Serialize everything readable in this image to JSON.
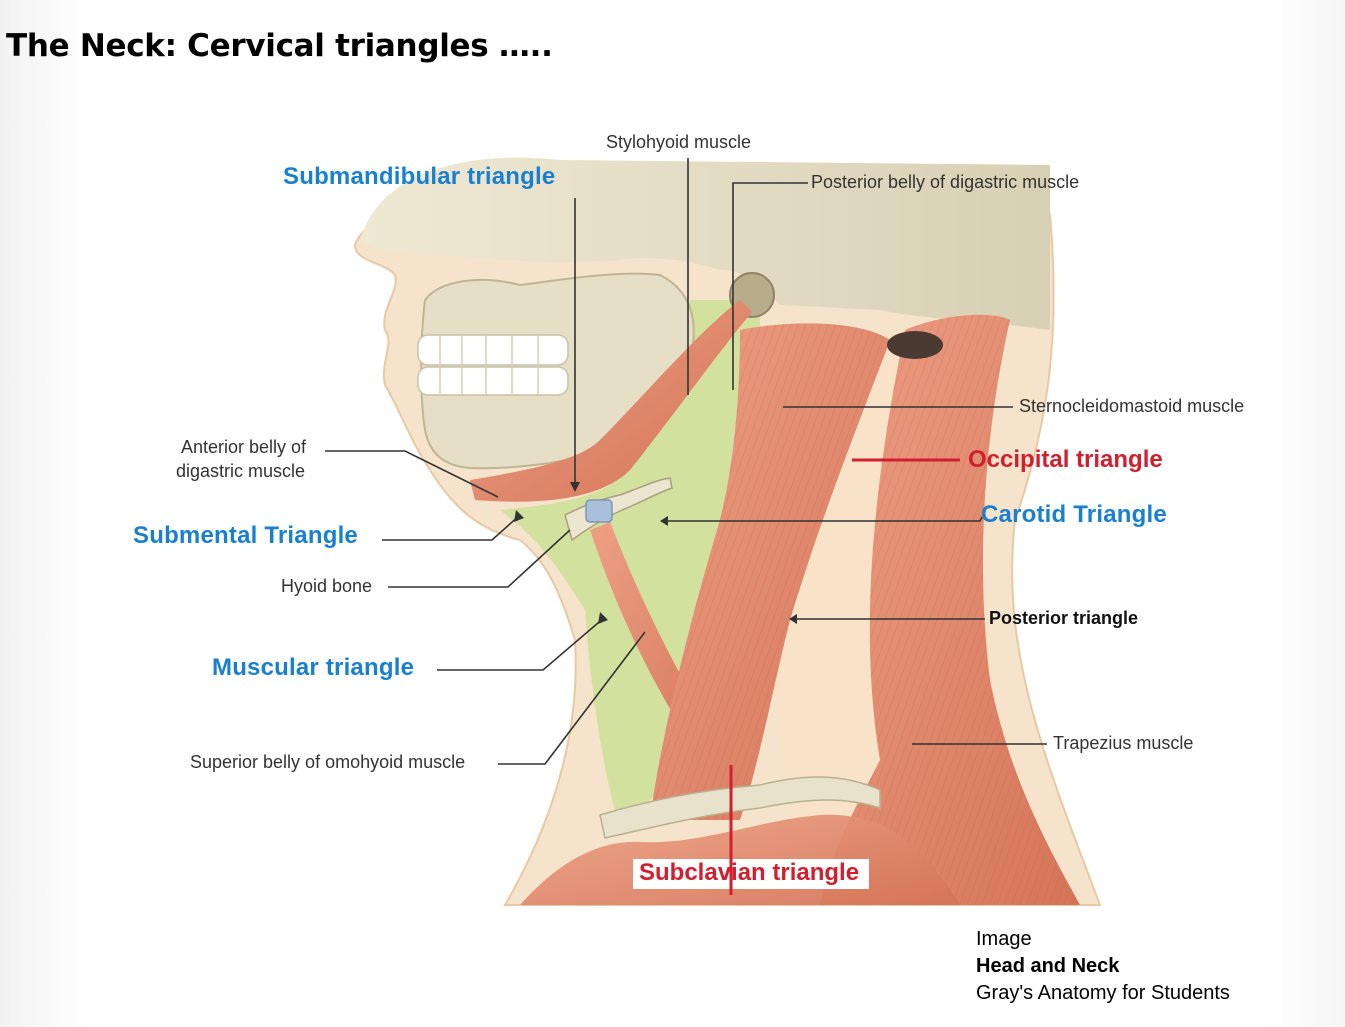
{
  "slide": {
    "title": "The Neck: Cervical triangles ….."
  },
  "diagram": {
    "labels": {
      "stylohyoid": "Stylohyoid muscle",
      "posterior_digastric": "Posterior belly of digastric muscle",
      "anterior_digastric_1": "Anterior belly of",
      "anterior_digastric_2": "digastric muscle",
      "hyoid": "Hyoid bone",
      "omohyoid": "Superior belly of omohyoid muscle",
      "sternocleidomastoid": "Sternocleidomastoid muscle",
      "trapezius": "Trapezius muscle"
    },
    "triangles_blue": {
      "submandibular": "Submandibular triangle",
      "submental": "Submental Triangle",
      "muscular": "Muscular triangle",
      "carotid": "Carotid Triangle"
    },
    "triangles_red": {
      "occipital": "Occipital triangle",
      "subclavian": "Subclavian triangle"
    },
    "triangles_black": {
      "posterior": "Posterior triangle"
    }
  },
  "credit": {
    "line1": "Image",
    "line2": "Head and Neck",
    "line3": "Gray's Anatomy for Students"
  },
  "colors": {
    "blue_label": "#1a7fcf",
    "red_label": "#d0202f",
    "muscle": "#e08a6e",
    "bone": "#e8e2cc",
    "triangle_fill": "#cfe09a",
    "skin": "#f6e3cc"
  }
}
